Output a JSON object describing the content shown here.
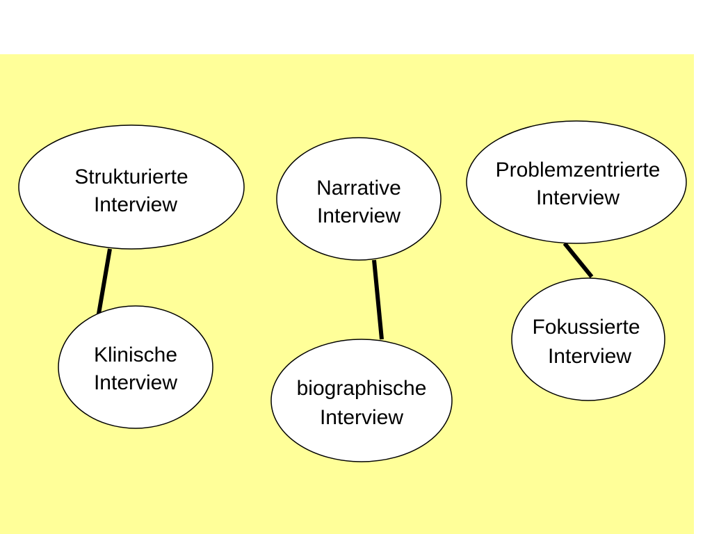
{
  "colors": {
    "background": "#ffffff",
    "panel": "#ffff99",
    "node_fill": "#ffffff",
    "stroke": "#000000"
  },
  "nodes": {
    "strukturierte": {
      "line1": "Strukturierte",
      "line2": "Interview"
    },
    "narrative": {
      "line1": "Narrative",
      "line2": "Interview"
    },
    "problemzentrierte": {
      "line1": "Problemzentrierte",
      "line2": "Interview"
    },
    "klinische": {
      "line1": "Klinische",
      "line2": "Interview"
    },
    "biographische": {
      "line1": "biographische",
      "line2": "Interview"
    },
    "fokussierte": {
      "line1": "Fokussierte",
      "line2": "Interview"
    }
  },
  "connections": [
    {
      "from": "strukturierte",
      "to": "klinische"
    },
    {
      "from": "narrative",
      "to": "biographische"
    },
    {
      "from": "problemzentrierte",
      "to": "fokussierte"
    }
  ]
}
